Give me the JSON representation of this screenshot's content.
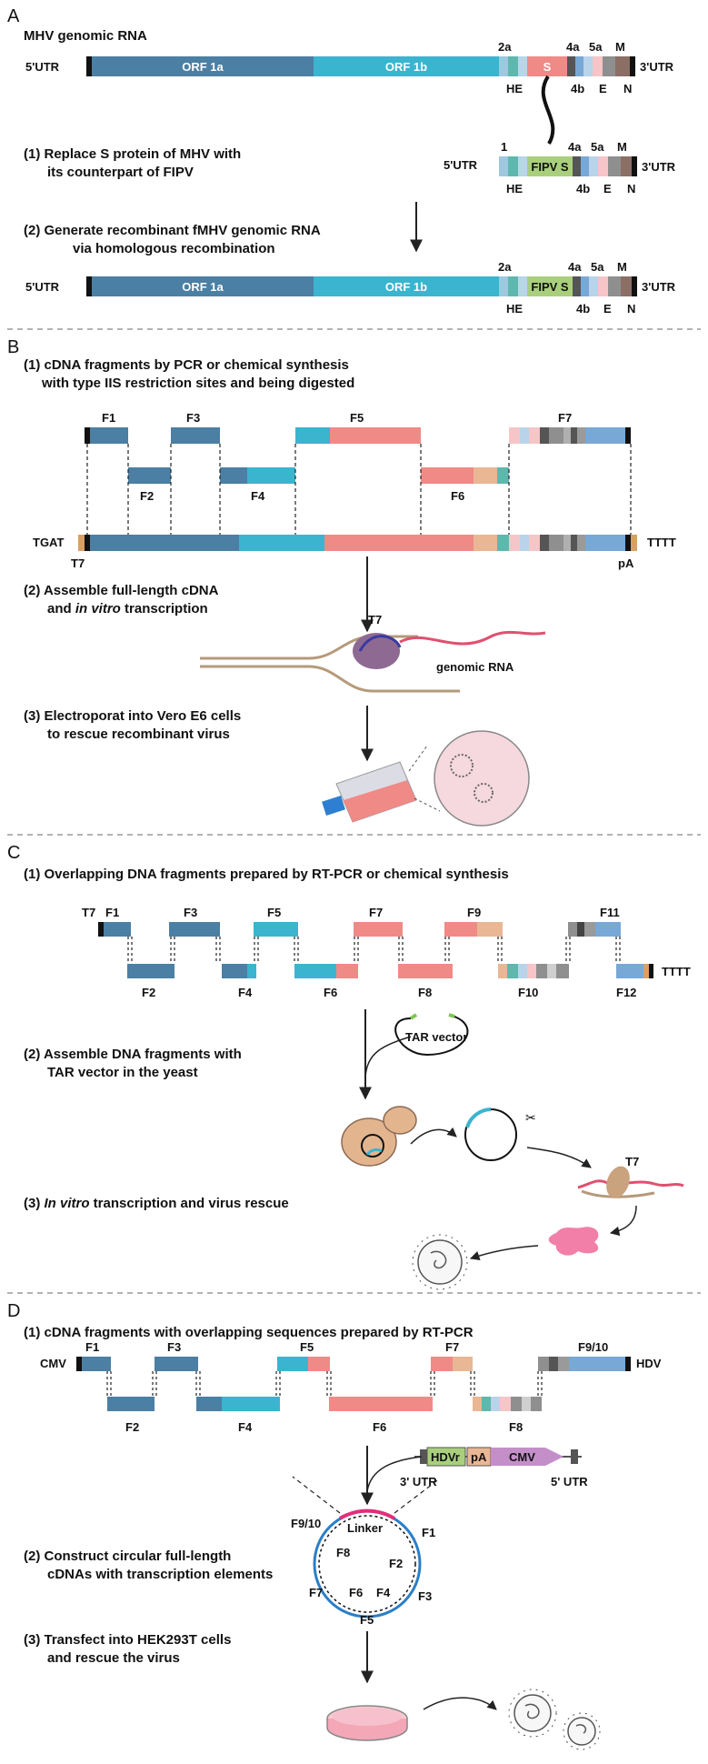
{
  "panels": {
    "a": {
      "letter": "A",
      "title": "MHV genomic RNA",
      "utr5": "5'UTR",
      "utr3": "3'UTR",
      "orf1a": "ORF 1a",
      "orf1b": "ORF 1b",
      "s": "S",
      "fipv_s": "FIPV S",
      "gene_2a": "2a",
      "gene_1": "1",
      "gene_4a": "4a",
      "gene_5a": "5a",
      "gene_m": "M",
      "gene_he": "HE",
      "gene_4b": "4b",
      "gene_e": "E",
      "gene_n": "N",
      "step1_line1": "(1) Replace S protein of MHV with",
      "step1_line2": "its counterpart of FIPV",
      "step2_line1": "(2) Generate recombinant fMHV genomic RNA",
      "step2_line2": "via homologous recombination"
    },
    "b": {
      "letter": "B",
      "step1_line1": "(1) cDNA fragments by PCR or chemical synthesis",
      "step1_line2": "with type IIS restriction sites and being digested",
      "fragments": [
        "F1",
        "F2",
        "F3",
        "F4",
        "F5",
        "F6",
        "F7"
      ],
      "tgat": "TGAT",
      "t7": "T7",
      "tttt": "TTTT",
      "pa": "pA",
      "step2_line1": "(2) Assemble full-length cDNA",
      "step2_line2_pre": "and ",
      "step2_line2_ital": "in vitro",
      "step2_line2_post": " transcription",
      "polymerase": "T7",
      "genomic_rna": "genomic RNA",
      "step3_line1": "(3) Electroporat into Vero E6 cells",
      "step3_line2": "to rescue recombinant virus"
    },
    "c": {
      "letter": "C",
      "step1_line1": "(1) Overlapping DNA fragments prepared by RT-PCR or chemical synthesis",
      "t7": "T7",
      "tttt": "TTTT",
      "fragments": [
        "F1",
        "F2",
        "F3",
        "F4",
        "F5",
        "F6",
        "F7",
        "F8",
        "F9",
        "F10",
        "F11",
        "F12"
      ],
      "tar": "TAR vector",
      "step2_line1": "(2) Assemble DNA fragments with",
      "step2_line2": "TAR vector in the yeast",
      "polymerase": "T7",
      "step3_ital": "In vitro",
      "step3_pre": "(3) ",
      "step3_post": " transcription and virus rescue"
    },
    "d": {
      "letter": "D",
      "step1_line1": "(1) cDNA fragments with overlapping sequences prepared by RT-PCR",
      "cmv": "CMV",
      "hdv": "HDV",
      "fragments": [
        "F1",
        "F2",
        "F3",
        "F4",
        "F5",
        "F6",
        "F7",
        "F8",
        "F9/10"
      ],
      "cassette_hdvr": "HDVr",
      "cassette_pa": "pA",
      "cassette_cmv": "CMV",
      "utr3": "3' UTR",
      "utr5": "5' UTR",
      "linker": "Linker",
      "step2_line1": "(2) Construct circular full-length",
      "step2_line2": "cDNAs with transcription elements",
      "step3_line1": "(3) Transfect into HEK293T cells",
      "step3_line2": "and rescue the virus"
    }
  },
  "colors": {
    "orf1a": "#4b7fa3",
    "orf1b": "#3bb4cf",
    "s_red": "#f08a86",
    "fipv": "#a9cf7d",
    "lightblue": "#78a8d6",
    "teal": "#5fb8ae",
    "gray": "#8f8f8f",
    "darkgray": "#555555",
    "pink": "#f6c5c7",
    "peach": "#e9b793",
    "tan": "#d9a066",
    "brown": "#8b6f65",
    "magenta": "#e0307a",
    "purple": "#c48fc9",
    "rna_red": "#e05070"
  }
}
